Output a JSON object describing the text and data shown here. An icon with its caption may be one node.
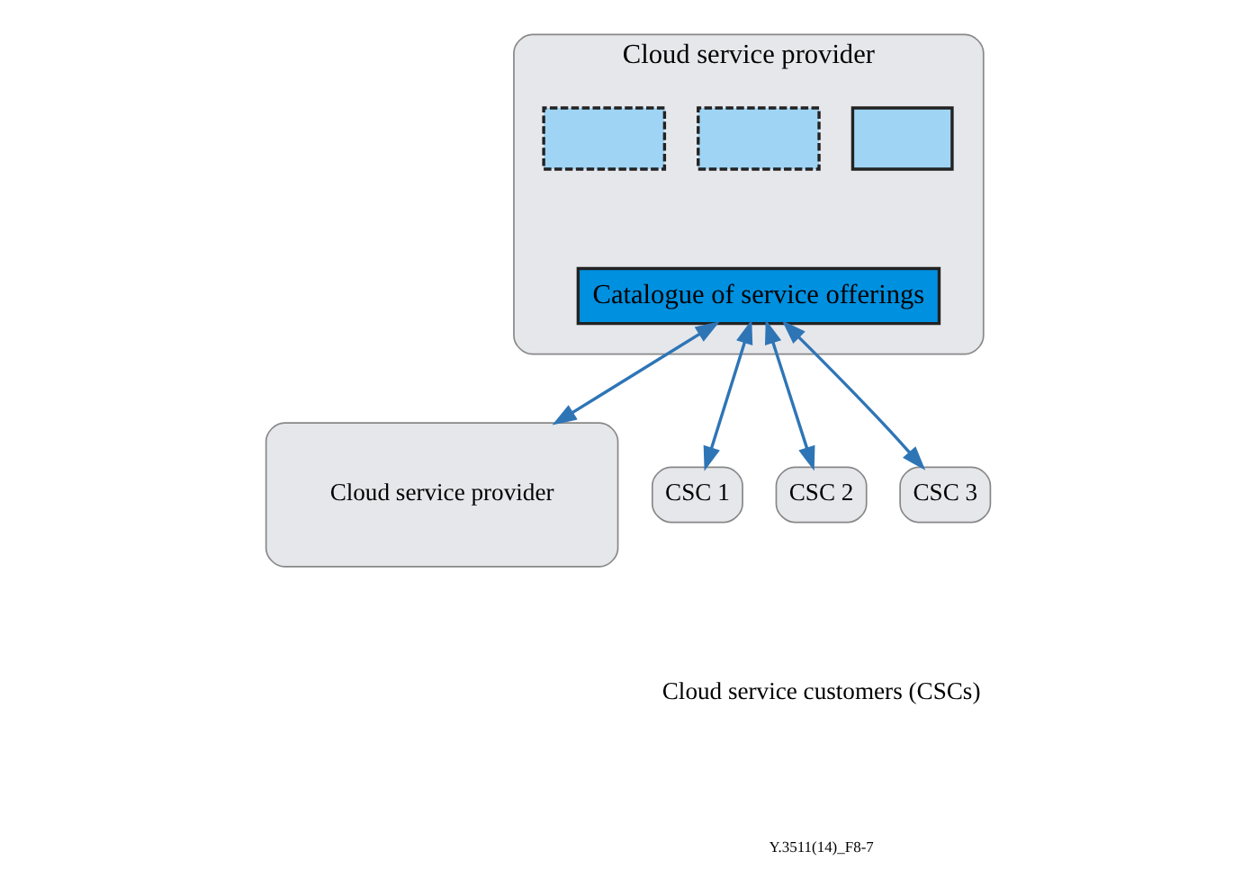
{
  "diagram": {
    "nodes": [
      {
        "text": [
          "Cloud service provider"
        ]
      },
      {
        "text": [],
        "shape": "box",
        "in": 0
      },
      {
        "text": [],
        "shape": "box",
        "in": 0
      },
      {
        "text": [],
        "shape": "box",
        "in": 0
      },
      {
        "text": [
          "Catalogue of service offerings"
        ],
        "in": 0
      },
      {
        "text": [
          "Cloud service provider"
        ]
      },
      {
        "text": [
          "CSC 1"
        ]
      },
      {
        "text": [
          "CSC 2"
        ]
      },
      {
        "text": [
          "CSC 3"
        ]
      }
    ],
    "edges": [
      {
        "from": 4,
        "to": 5,
        "arrow": "both"
      },
      {
        "from": 4,
        "to": 6,
        "arrow": "both"
      },
      {
        "from": 4,
        "to": 7,
        "arrow": "both"
      },
      {
        "from": 4,
        "to": 8,
        "arrow": "both"
      }
    ],
    "labels": [
      "Cloud service customers (CSCs)",
      "Y.3511(14)_F8-7"
    ]
  }
}
